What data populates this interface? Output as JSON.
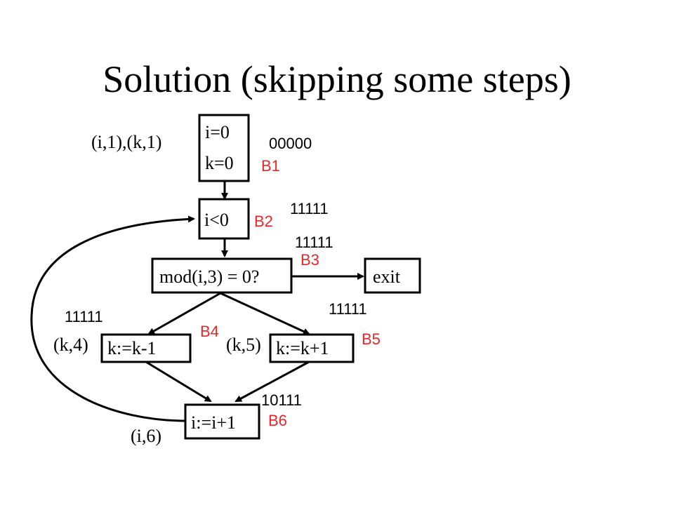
{
  "title": "Solution (skipping some steps)",
  "colors": {
    "block_label": "#e8272a",
    "stroke": "#000000",
    "text": "#000000"
  },
  "nodes": {
    "b1_line1": "i=0",
    "b1_line2": "k=0",
    "b2": "i<0",
    "b3": "mod(i,3) = 0?",
    "exit": "exit",
    "b4": "k:=k-1",
    "b5": "k:=k+1",
    "b6": "i:=i+1"
  },
  "block_labels": {
    "b1": "B1",
    "b2": "B2",
    "b3": "B3",
    "b4": "B4",
    "b5": "B5",
    "b6": "B6"
  },
  "definitions": {
    "b1": "(i,1),(k,1)",
    "b4": "(k,4)",
    "b5": "(k,5)",
    "b6": "(i,6)"
  },
  "bit_vectors": {
    "b1": "00000",
    "b2": "11111",
    "b3": "11111",
    "b4": "11111",
    "b5": "11111",
    "b6": "10111"
  }
}
